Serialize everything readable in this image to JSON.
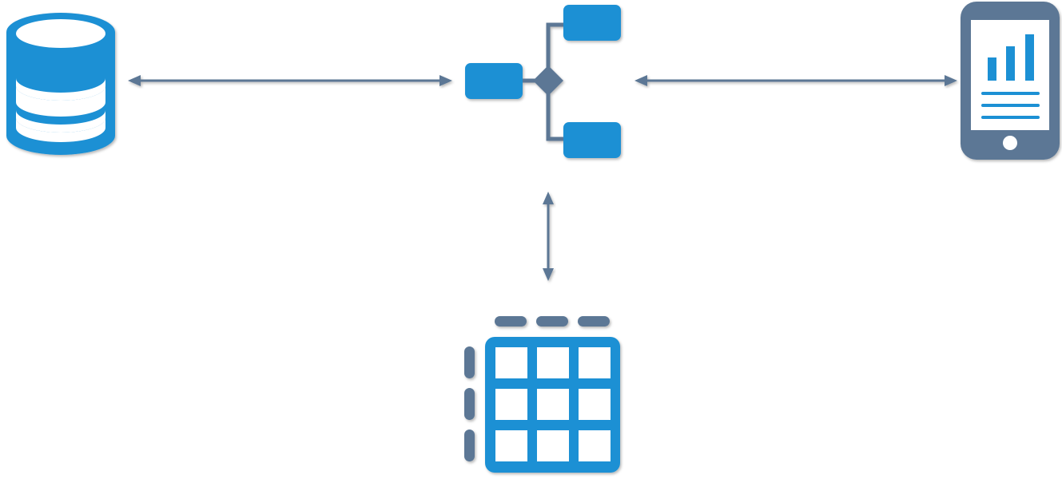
{
  "diagram": {
    "nodes": [
      {
        "id": "database",
        "icon": "database-icon",
        "color": "#1e90d4"
      },
      {
        "id": "workflow",
        "icon": "decision-flow-icon",
        "color": "#1e90d4",
        "connector_color": "#5b7795"
      },
      {
        "id": "mobile-dashboard",
        "icon": "mobile-analytics-icon",
        "color": "#5b7795",
        "accent": "#1e90d4"
      },
      {
        "id": "data-grid",
        "icon": "table-grid-icon",
        "color": "#1e90d4",
        "header_color": "#5b7795"
      }
    ],
    "edges": [
      {
        "from": "database",
        "to": "workflow",
        "direction": "bidirectional"
      },
      {
        "from": "workflow",
        "to": "mobile-dashboard",
        "direction": "bidirectional"
      },
      {
        "from": "workflow",
        "to": "data-grid",
        "direction": "bidirectional"
      }
    ],
    "arrow_color": "#5b7795",
    "background": "#ffffff"
  }
}
